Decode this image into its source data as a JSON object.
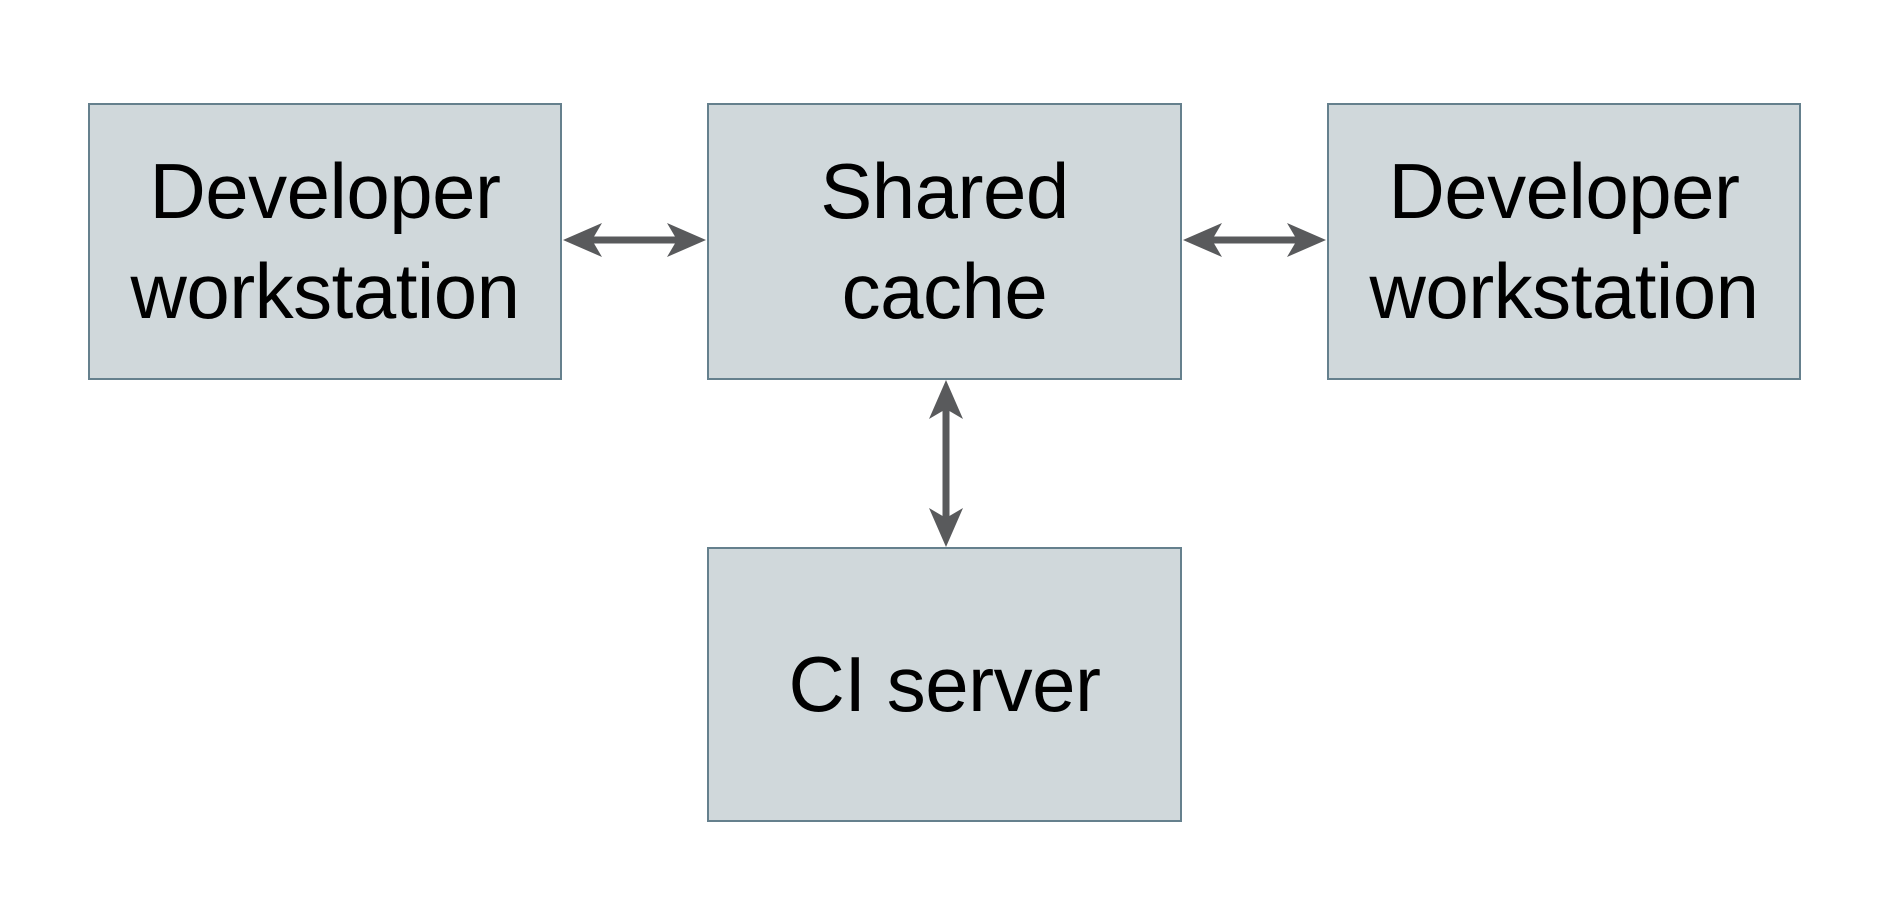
{
  "diagram": {
    "type": "architecture-diagram",
    "colors": {
      "background": "#ffffff",
      "box_fill": "#d0d8db",
      "box_border": "#65808d",
      "arrow": "#595a5c",
      "text": "#000000"
    },
    "nodes": [
      {
        "id": "developer-workstation-left",
        "label": "Developer\nworkstation"
      },
      {
        "id": "shared-cache",
        "label": "Shared\ncache"
      },
      {
        "id": "developer-workstation-right",
        "label": "Developer\nworkstation"
      },
      {
        "id": "ci-server",
        "label": "CI server"
      }
    ],
    "edges": [
      {
        "from": "developer-workstation-left",
        "to": "shared-cache",
        "direction": "bidirectional",
        "orientation": "horizontal"
      },
      {
        "from": "shared-cache",
        "to": "developer-workstation-right",
        "direction": "bidirectional",
        "orientation": "horizontal"
      },
      {
        "from": "shared-cache",
        "to": "ci-server",
        "direction": "bidirectional",
        "orientation": "vertical"
      }
    ]
  }
}
